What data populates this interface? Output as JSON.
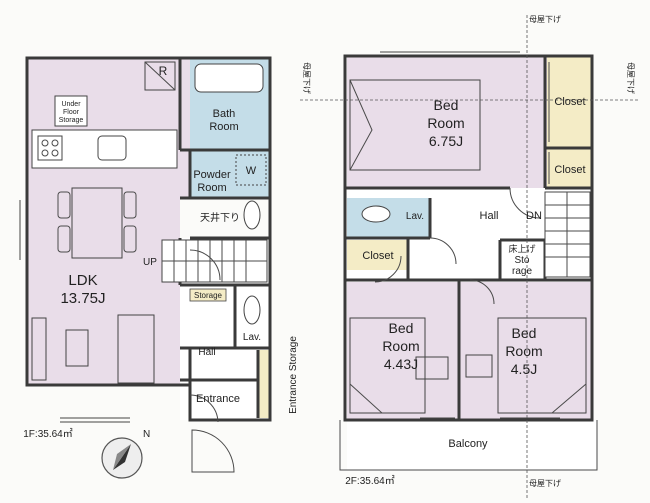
{
  "floor1": {
    "area_label": "1F:35.64㎡",
    "rooms": {
      "ldk_name": "LDK",
      "ldk_size": "13.75J",
      "under_floor_storage": [
        "Under",
        "Floor",
        "Storage"
      ],
      "bath_room": [
        "Bath",
        "Room"
      ],
      "powder_room": [
        "Powder",
        "Room"
      ],
      "washer_mark": "W",
      "ceiling_hatch": "天井下り",
      "up_label": "UP",
      "storage": "Storage",
      "lav": "Lav.",
      "hall": "Hall",
      "entrance": "Entrance",
      "entrance_storage": "Entrance Storage",
      "refrigerator_mark": "R"
    }
  },
  "floor2": {
    "area_label": "2F:35.64㎡",
    "rooms": {
      "bed1_name": [
        "Bed",
        "Room"
      ],
      "bed1_size": "6.75J",
      "closet": "Closet",
      "bed2_name": [
        "Bed",
        "Room"
      ],
      "bed2_size": "4.43J",
      "bed3_name": [
        "Bed",
        "Room"
      ],
      "bed3_size": "4.5J",
      "lav": "Lav.",
      "hall": "Hall",
      "dn_label": "DN",
      "floor_storage": [
        "床上げ",
        "Sto",
        "rage"
      ],
      "balcony": "Balcony"
    },
    "eaves_marks": [
      "母屋下げ",
      "母屋下げ",
      "母屋下げ",
      "母屋下げ"
    ]
  },
  "compass": {
    "north": "N"
  }
}
